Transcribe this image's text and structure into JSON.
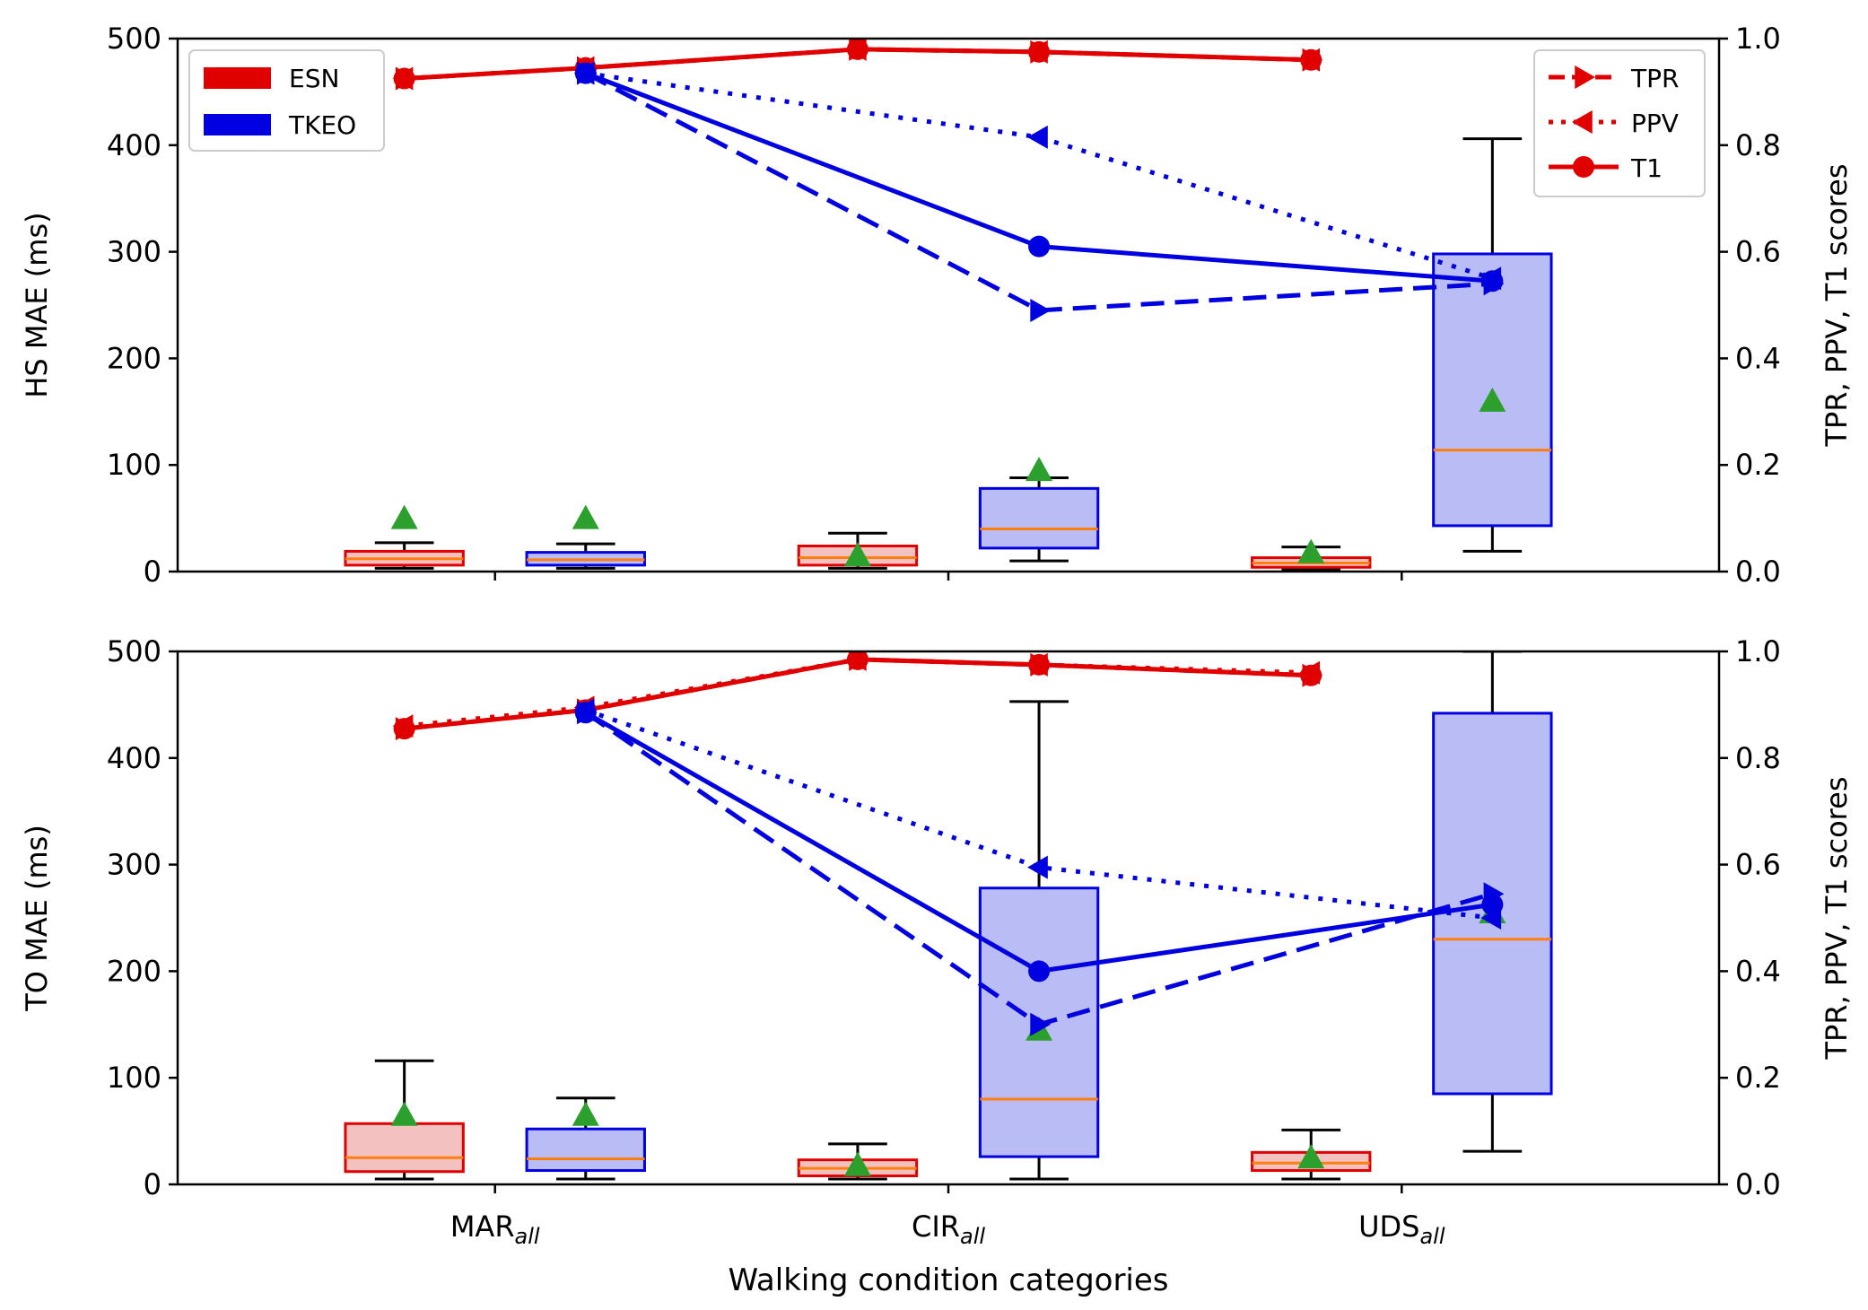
{
  "chart_data": {
    "type": "box+line",
    "shared_x": {
      "label": "Walking condition categories",
      "categories": [
        {
          "base": "MAR",
          "sub": "all"
        },
        {
          "base": "CIR",
          "sub": "all"
        },
        {
          "base": "UDS",
          "sub": "all"
        }
      ],
      "range": [
        -0.7,
        2.7
      ]
    },
    "legend_methods": [
      {
        "name": "ESN",
        "color": "#e00000"
      },
      {
        "name": "TKEO",
        "color": "#0000e0"
      }
    ],
    "legend_metrics": [
      {
        "name": "TPR",
        "style": "dashed",
        "marker": "triangle-right"
      },
      {
        "name": "PPV",
        "style": "dotted",
        "marker": "triangle-left"
      },
      {
        "name": "T1",
        "style": "solid",
        "marker": "circle"
      }
    ],
    "colors": {
      "ESN": "#e00000",
      "TKEO": "#0000e0",
      "esn_box_fill": "#f4c1c1",
      "tkeo_box_fill": "#b9bcf5",
      "median": "#ff7f0e",
      "mean_marker": "#2ca02c"
    },
    "panels": [
      {
        "ylabel": "HS MAE (ms)",
        "y2label": "TPR, PPV, T1 scores",
        "ylim": [
          0,
          500
        ],
        "y2lim": [
          0,
          1
        ],
        "yticks": [
          "0",
          "100",
          "200",
          "300",
          "400",
          "500"
        ],
        "y2ticks": [
          "0.0",
          "0.2",
          "0.4",
          "0.6",
          "0.8",
          "1.0"
        ],
        "boxes": [
          {
            "method": "ESN",
            "x": -0.2,
            "whislo": 3,
            "q1": 6,
            "median": 12,
            "q3": 19,
            "whishi": 27,
            "mean": 50
          },
          {
            "method": "TKEO",
            "x": 0.2,
            "whislo": 3,
            "q1": 6,
            "median": 11,
            "q3": 18,
            "whishi": 26,
            "mean": 50
          },
          {
            "method": "ESN",
            "x": 0.8,
            "whislo": 3,
            "q1": 6,
            "median": 13,
            "q3": 24,
            "whishi": 36,
            "mean": 15
          },
          {
            "method": "TKEO",
            "x": 1.2,
            "whislo": 10,
            "q1": 22,
            "median": 40,
            "q3": 78,
            "whishi": 88,
            "mean": 95
          },
          {
            "method": "ESN",
            "x": 1.8,
            "whislo": 2,
            "q1": 4,
            "median": 8,
            "q3": 13,
            "whishi": 23,
            "mean": 18
          },
          {
            "method": "TKEO",
            "x": 2.2,
            "whislo": 19,
            "q1": 43,
            "median": 114,
            "q3": 298,
            "whishi": 406,
            "mean": 160
          }
        ],
        "score_lines": [
          {
            "method": "ESN",
            "metric": "TPR",
            "x": [
              -0.2,
              0.2,
              0.8,
              1.2,
              1.8
            ],
            "y": [
              0.925,
              0.945,
              0.98,
              0.975,
              0.96
            ]
          },
          {
            "method": "ESN",
            "metric": "PPV",
            "x": [
              -0.2,
              0.2,
              0.8,
              1.2,
              1.8
            ],
            "y": [
              0.925,
              0.945,
              0.98,
              0.975,
              0.96
            ]
          },
          {
            "method": "ESN",
            "metric": "T1",
            "x": [
              -0.2,
              0.2,
              0.8,
              1.2,
              1.8
            ],
            "y": [
              0.925,
              0.945,
              0.98,
              0.975,
              0.96
            ]
          },
          {
            "method": "TKEO",
            "metric": "TPR",
            "x": [
              0.2,
              1.2,
              2.2
            ],
            "y": [
              0.935,
              0.49,
              0.54
            ]
          },
          {
            "method": "TKEO",
            "metric": "PPV",
            "x": [
              0.2,
              1.2,
              2.2
            ],
            "y": [
              0.935,
              0.815,
              0.55
            ]
          },
          {
            "method": "TKEO",
            "metric": "T1",
            "x": [
              0.2,
              1.2,
              2.2
            ],
            "y": [
              0.935,
              0.61,
              0.545
            ]
          }
        ]
      },
      {
        "ylabel": "TO MAE (ms)",
        "y2label": "TPR, PPV, T1 scores",
        "ylim": [
          0,
          500
        ],
        "y2lim": [
          0,
          1
        ],
        "yticks": [
          "0",
          "100",
          "200",
          "300",
          "400",
          "500"
        ],
        "y2ticks": [
          "0.0",
          "0.2",
          "0.4",
          "0.6",
          "0.8",
          "1.0"
        ],
        "boxes": [
          {
            "method": "ESN",
            "x": -0.2,
            "whislo": 5,
            "q1": 12,
            "median": 25,
            "q3": 57,
            "whishi": 116,
            "mean": 65
          },
          {
            "method": "TKEO",
            "x": 0.2,
            "whislo": 5,
            "q1": 13,
            "median": 24,
            "q3": 52,
            "whishi": 81,
            "mean": 65
          },
          {
            "method": "ESN",
            "x": 0.8,
            "whislo": 5,
            "q1": 8,
            "median": 15,
            "q3": 23,
            "whishi": 38,
            "mean": 18
          },
          {
            "method": "TKEO",
            "x": 1.2,
            "whislo": 5,
            "q1": 26,
            "median": 80,
            "q3": 278,
            "whishi": 453,
            "mean": 145
          },
          {
            "method": "ESN",
            "x": 1.8,
            "whislo": 5,
            "q1": 13,
            "median": 20,
            "q3": 30,
            "whishi": 51,
            "mean": 25
          },
          {
            "method": "TKEO",
            "x": 2.2,
            "whislo": 31,
            "q1": 85,
            "median": 230,
            "q3": 442,
            "whishi": 500,
            "mean": 255
          }
        ],
        "score_lines": [
          {
            "method": "ESN",
            "metric": "TPR",
            "x": [
              -0.2,
              0.2,
              0.8,
              1.2,
              1.8
            ],
            "y": [
              0.855,
              0.89,
              0.985,
              0.975,
              0.955
            ]
          },
          {
            "method": "ESN",
            "metric": "PPV",
            "x": [
              -0.2,
              0.2,
              0.8,
              1.2,
              1.8
            ],
            "y": [
              0.86,
              0.895,
              0.985,
              0.975,
              0.96
            ]
          },
          {
            "method": "ESN",
            "metric": "T1",
            "x": [
              -0.2,
              0.2,
              0.8,
              1.2,
              1.8
            ],
            "y": [
              0.855,
              0.89,
              0.985,
              0.975,
              0.955
            ]
          },
          {
            "method": "TKEO",
            "metric": "TPR",
            "x": [
              0.2,
              1.2,
              2.2
            ],
            "y": [
              0.885,
              0.3,
              0.545
            ]
          },
          {
            "method": "TKEO",
            "metric": "PPV",
            "x": [
              0.2,
              1.2,
              2.2
            ],
            "y": [
              0.89,
              0.595,
              0.5
            ]
          },
          {
            "method": "TKEO",
            "metric": "T1",
            "x": [
              0.2,
              1.2,
              2.2
            ],
            "y": [
              0.885,
              0.4,
              0.525
            ]
          }
        ]
      }
    ]
  }
}
